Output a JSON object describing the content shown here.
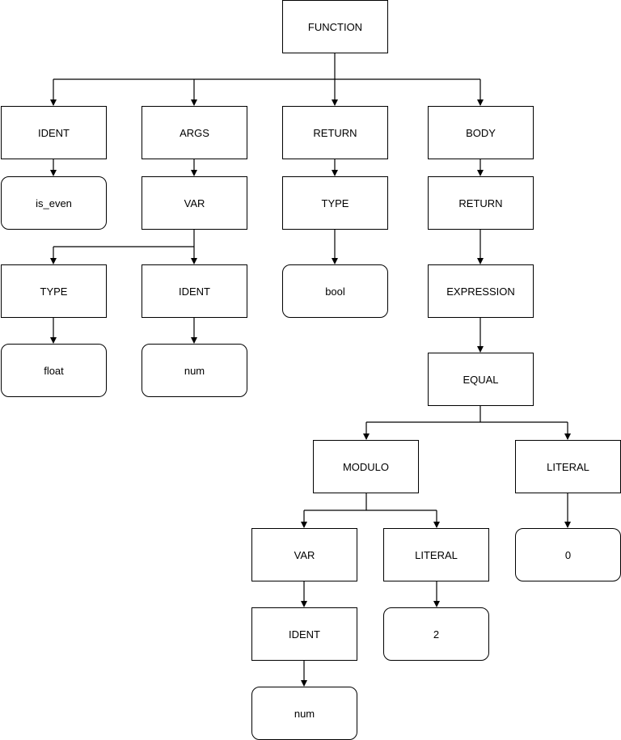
{
  "nodes": {
    "function": "FUNCTION",
    "ident_1": "IDENT",
    "args": "ARGS",
    "return_1": "RETURN",
    "body": "BODY",
    "is_even": "is_even",
    "var_1": "VAR",
    "type_1": "TYPE",
    "return_2": "RETURN",
    "type_2": "TYPE",
    "ident_2": "IDENT",
    "bool": "bool",
    "expression": "EXPRESSION",
    "float": "float",
    "num_1": "num",
    "equal": "EQUAL",
    "modulo": "MODULO",
    "literal_1": "LITERAL",
    "var_2": "VAR",
    "literal_2": "LITERAL",
    "zero": "0",
    "ident_3": "IDENT",
    "two": "2",
    "num_2": "num"
  }
}
